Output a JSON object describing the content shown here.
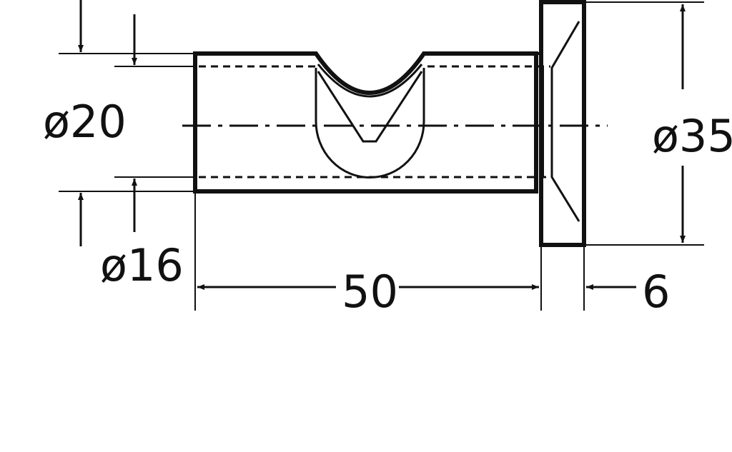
{
  "dimensions": {
    "outer_diameter": "ø20",
    "inner_diameter": "ø16",
    "head_diameter": "ø35",
    "length": "50",
    "head_thickness": "6"
  }
}
